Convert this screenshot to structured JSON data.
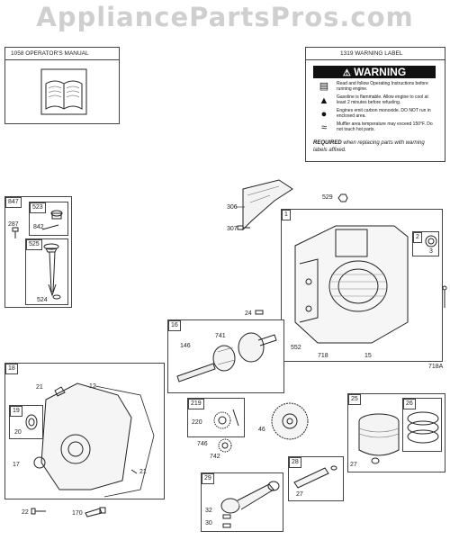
{
  "watermark": "AppliancePartsPros.com",
  "manual": {
    "caption": "1058 OPERATOR'S MANUAL"
  },
  "warning": {
    "caption": "1319 WARNING LABEL",
    "header": "WARNING",
    "lines": [
      "Read and follow Operating Instructions before running engine.",
      "Gasoline is flammable. Allow engine to cool at least 2 minutes before refueling.",
      "Engines emit carbon monoxide. DO NOT run in enclosed area.",
      "Muffler area temperature may exceed 150°F. Do not touch hot parts."
    ],
    "required_word": "REQUIRED",
    "required_rest": "when replacing parts with warning labels affixed."
  },
  "icons": [
    "book-icon",
    "fire-icon",
    "person-icon",
    "hot-surface-icon"
  ],
  "labels": {
    "b847": "847",
    "b523": "523",
    "b525": "525",
    "p287": "287",
    "p842": "842",
    "p524": "524",
    "p306": "306",
    "p307": "307",
    "p529": "529",
    "b1": "1",
    "b2": "2",
    "p3": "3",
    "p24": "24",
    "p552": "552",
    "p718": "718",
    "p15": "15",
    "p718a": "718A",
    "b16": "16",
    "p741": "741",
    "p146": "146",
    "b18": "18",
    "p21a": "21",
    "p12": "12",
    "b19": "19",
    "p20": "20",
    "p17": "17",
    "p21b": "21",
    "p22": "22",
    "p170": "170",
    "b219": "219",
    "p220": "220",
    "p46": "46",
    "p746": "746",
    "p742": "742",
    "b25": "25",
    "b26": "26",
    "p27a": "27",
    "b28": "28",
    "p27b": "27",
    "b29": "29",
    "p32": "32",
    "p30": "30"
  }
}
